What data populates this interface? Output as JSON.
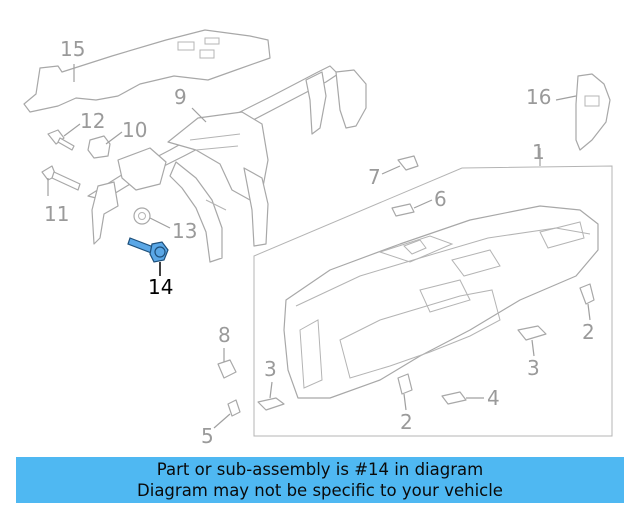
{
  "callouts": {
    "c1": "1",
    "c2a": "2",
    "c2b": "2",
    "c3a": "3",
    "c3b": "3",
    "c4": "4",
    "c5": "5",
    "c6": "6",
    "c7": "7",
    "c8": "8",
    "c9": "9",
    "c10": "10",
    "c11": "11",
    "c12": "12",
    "c13": "13",
    "c14": "14",
    "c15": "15",
    "c16": "16"
  },
  "highlight": {
    "part": "14",
    "color": "#4fb8f2"
  },
  "banner": {
    "line1": "Part or sub-assembly is #14 in diagram",
    "line2": "Diagram may not be specific to your vehicle"
  }
}
